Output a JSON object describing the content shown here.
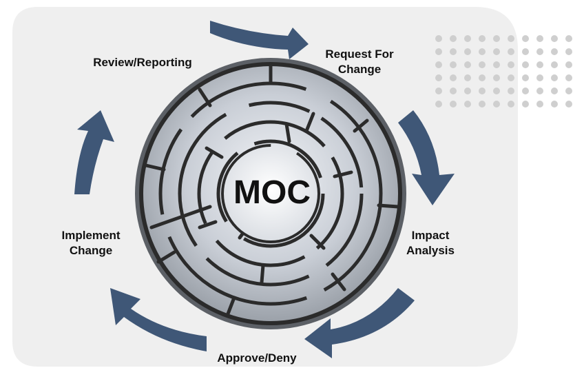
{
  "center_label": "MOC",
  "stages": [
    {
      "id": "review",
      "label": "Review/Reporting"
    },
    {
      "id": "request",
      "label": "Request For\nChange"
    },
    {
      "id": "impact",
      "label": "Impact\nAnalysis"
    },
    {
      "id": "approve",
      "label": "Approve/Deny"
    },
    {
      "id": "implement",
      "label": "Implement\nChange"
    }
  ],
  "colors": {
    "arrow": "#3f5777",
    "panel": "#efefef",
    "dots": "#cfcfcf",
    "text": "#111111",
    "maze_wall": "#2b2b2b",
    "maze_path": "#c9ced6"
  },
  "icons": [
    "maze-icon",
    "cycle-arrow-icon",
    "dot-grid-icon"
  ]
}
